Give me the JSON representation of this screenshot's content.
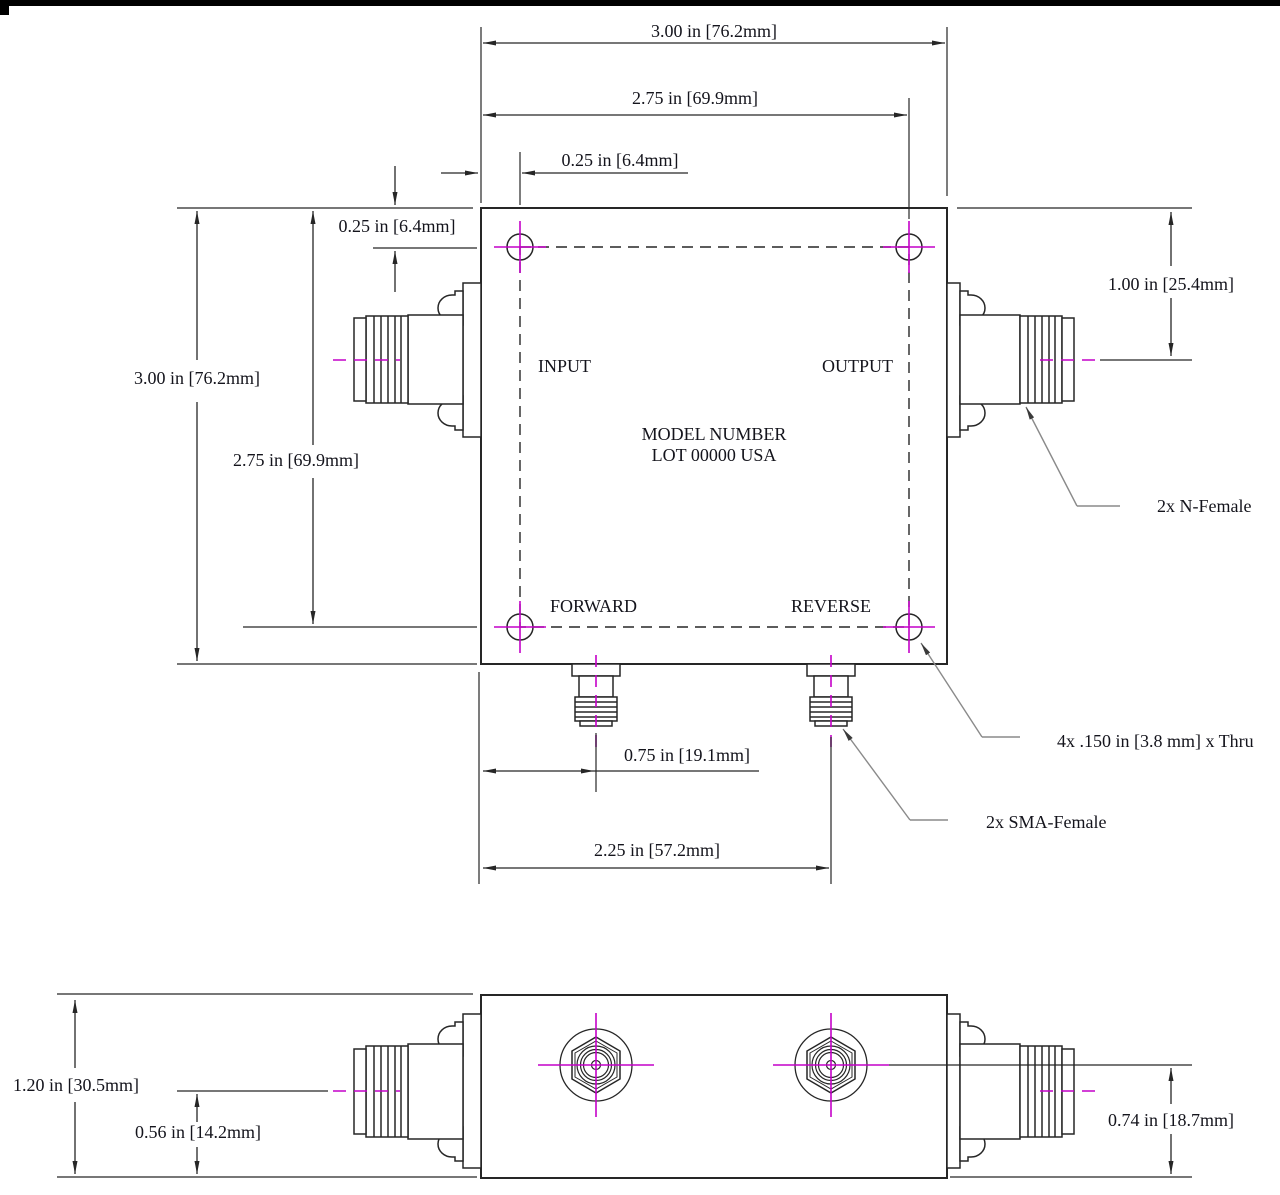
{
  "page": {
    "background": "#ffffff",
    "scan_bar_color": "#000000"
  },
  "colors": {
    "line": "#262626",
    "centerline": "#c400c8",
    "leader": "#8a8a8a",
    "text": "#14141c"
  },
  "top_view": {
    "port_labels": {
      "input": "INPUT",
      "output": "OUTPUT",
      "forward": "FORWARD",
      "reverse": "REVERSE"
    },
    "marking": {
      "line1": "MODEL NUMBER",
      "line2": "LOT 00000 USA"
    },
    "dimensions": {
      "body_width": "3.00 in [76.2mm]",
      "hole_span_horizontal": "2.75 in [69.9mm]",
      "hole_offset_horizontal": "0.25 in [6.4mm]",
      "hole_offset_vertical": "0.25 in [6.4mm]",
      "body_height": "3.00 in [76.2mm]",
      "hole_span_vertical": "2.75 in [69.9mm]",
      "n_port_offset": "1.00 in [25.4mm]",
      "forward_port_offset": "0.75 in [19.1mm]",
      "reverse_port_offset": "2.25 in [57.2mm]"
    },
    "callouts": {
      "n_connectors": "2x N-Female",
      "mounting_holes": "4x .150 in [3.8 mm] x Thru",
      "sma_connectors": "2x SMA-Female"
    }
  },
  "side_view": {
    "dimensions": {
      "body_height": "1.20 in [30.5mm]",
      "n_centerline_height": "0.56 in [14.2mm]",
      "sma_centerline_height": "0.74 in [18.7mm]"
    }
  }
}
